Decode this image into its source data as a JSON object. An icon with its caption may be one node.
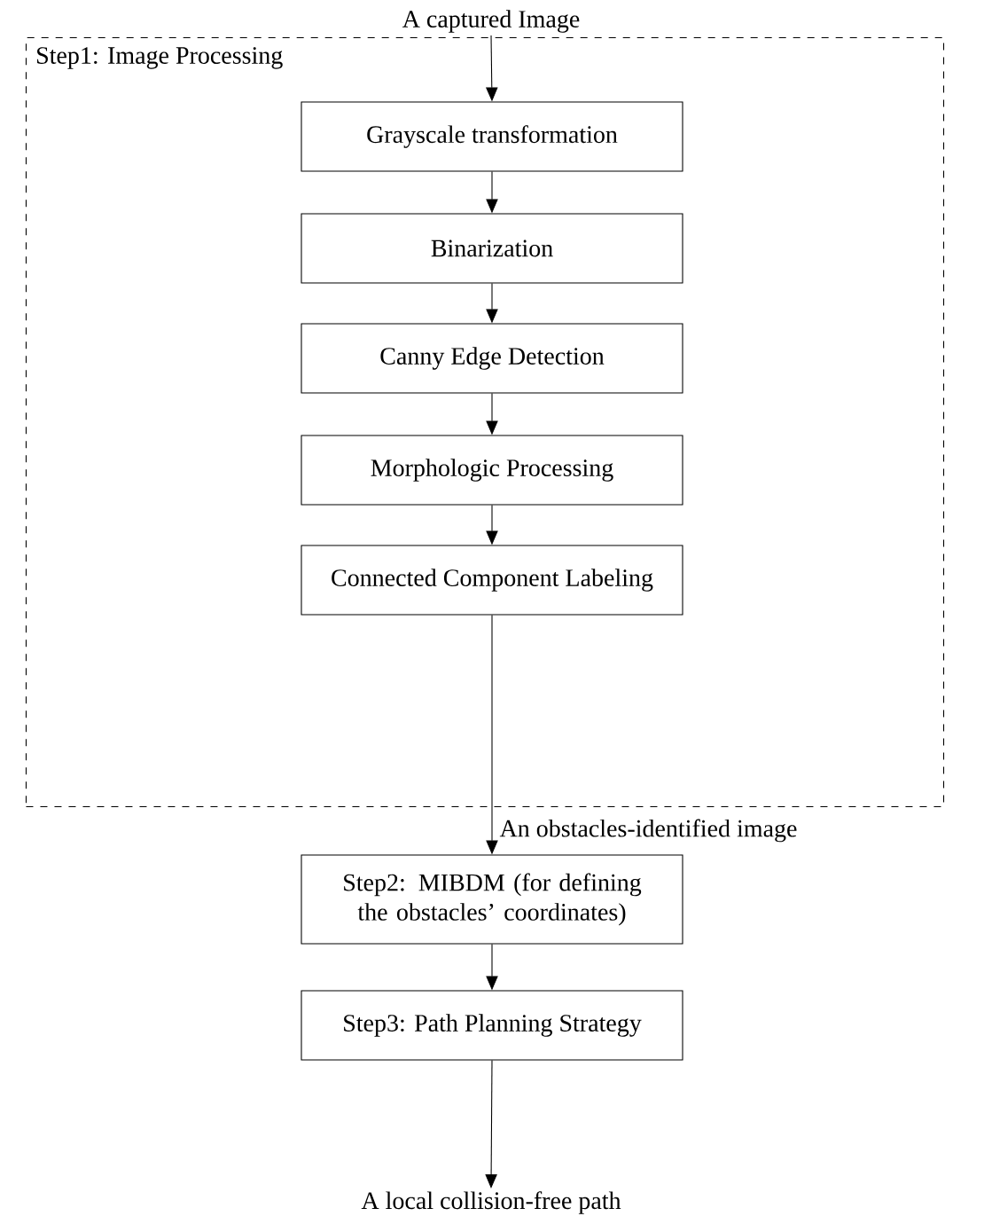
{
  "diagram": {
    "nodes": [
      {
        "text": [
          "A captured Image"
        ]
      },
      {
        "text": [
          "Step1: Image Processing"
        ]
      },
      {
        "text": [
          "Grayscale transformation"
        ],
        "in": 1
      },
      {
        "text": [
          "Binarization"
        ],
        "in": 1
      },
      {
        "text": [
          "Canny Edge Detection"
        ],
        "in": 1
      },
      {
        "text": [
          "Morphologic Processing"
        ],
        "in": 1
      },
      {
        "text": [
          "Connected Component Labeling"
        ],
        "in": 1
      },
      {
        "text": [
          "Step2: MIBDM (for defining the obstacles’ coordinates)"
        ]
      },
      {
        "text": [
          "Step3: Path Planning Strategy"
        ]
      },
      {
        "text": [
          "A local collision-free path"
        ]
      }
    ],
    "edges": [
      {
        "from": 0,
        "to": 2,
        "arrow": "to"
      },
      {
        "from": 2,
        "to": 3,
        "arrow": "to"
      },
      {
        "from": 3,
        "to": 4,
        "arrow": "to"
      },
      {
        "from": 4,
        "to": 5,
        "arrow": "to"
      },
      {
        "from": 5,
        "to": 6,
        "arrow": "to"
      },
      {
        "from": 6,
        "to": 7,
        "arrow": "to",
        "label": "An obstacles-identified image"
      },
      {
        "from": 7,
        "to": 8,
        "arrow": "to"
      },
      {
        "from": 8,
        "to": 9,
        "arrow": "to"
      }
    ]
  }
}
